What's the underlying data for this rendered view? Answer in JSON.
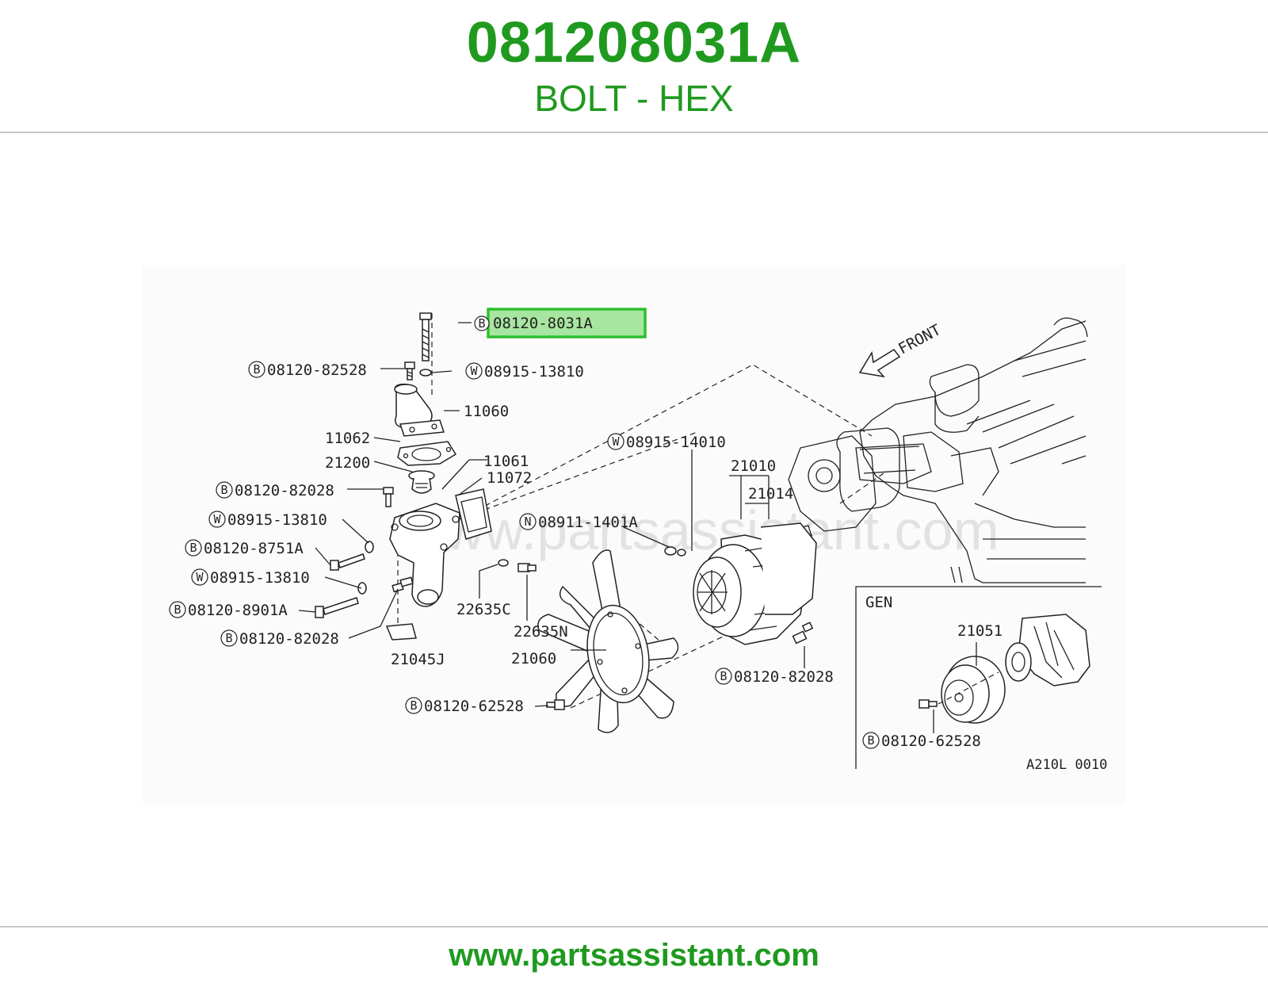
{
  "header": {
    "part_number": "081208031A",
    "part_name": "BOLT - HEX"
  },
  "footer": {
    "url": "www.partsassistant.com"
  },
  "diagram": {
    "watermark": "www.partsassistant.com",
    "front_label": "FRONT",
    "highlight_color": "#2fbf2f",
    "highlight_fill": "#a7e6a0",
    "accent_color": "#1f9a1f",
    "callouts": {
      "c_08120_8031A": {
        "prefix": "B",
        "code": "08120-8031A",
        "highlighted": true
      },
      "c_08120_82528": {
        "prefix": "B",
        "code": "08120-82528"
      },
      "c_08915_13810_a": {
        "prefix": "W",
        "code": "08915-13810"
      },
      "c_11060": {
        "code": "11060"
      },
      "c_11062": {
        "code": "11062"
      },
      "c_21200": {
        "code": "21200"
      },
      "c_11061": {
        "code": "11061"
      },
      "c_11072": {
        "code": "11072"
      },
      "c_08120_82028_a": {
        "prefix": "B",
        "code": "08120-82028"
      },
      "c_08915_13810_b": {
        "prefix": "W",
        "code": "08915-13810"
      },
      "c_08120_8751A": {
        "prefix": "B",
        "code": "08120-8751A"
      },
      "c_08915_13810_c": {
        "prefix": "W",
        "code": "08915-13810"
      },
      "c_08120_8901A": {
        "prefix": "B",
        "code": "08120-8901A"
      },
      "c_08120_82028_b": {
        "prefix": "B",
        "code": "08120-82028"
      },
      "c_21045J": {
        "code": "21045J"
      },
      "c_22635C": {
        "code": "22635C"
      },
      "c_22635N": {
        "code": "22635N"
      },
      "c_08915_14010": {
        "prefix": "W",
        "code": "08915-14010"
      },
      "c_21010": {
        "code": "21010"
      },
      "c_21014": {
        "code": "21014"
      },
      "c_08911_1401A": {
        "prefix": "N",
        "code": "08911-1401A"
      },
      "c_21060": {
        "code": "21060"
      },
      "c_08120_62528_a": {
        "prefix": "B",
        "code": "08120-62528"
      },
      "c_08120_82028_c": {
        "prefix": "B",
        "code": "08120-82028"
      }
    },
    "inset": {
      "title": "GEN",
      "c_21051": {
        "code": "21051"
      },
      "c_08120_62528": {
        "prefix": "B",
        "code": "08120-62528"
      },
      "ref": "A210L 0010"
    }
  }
}
